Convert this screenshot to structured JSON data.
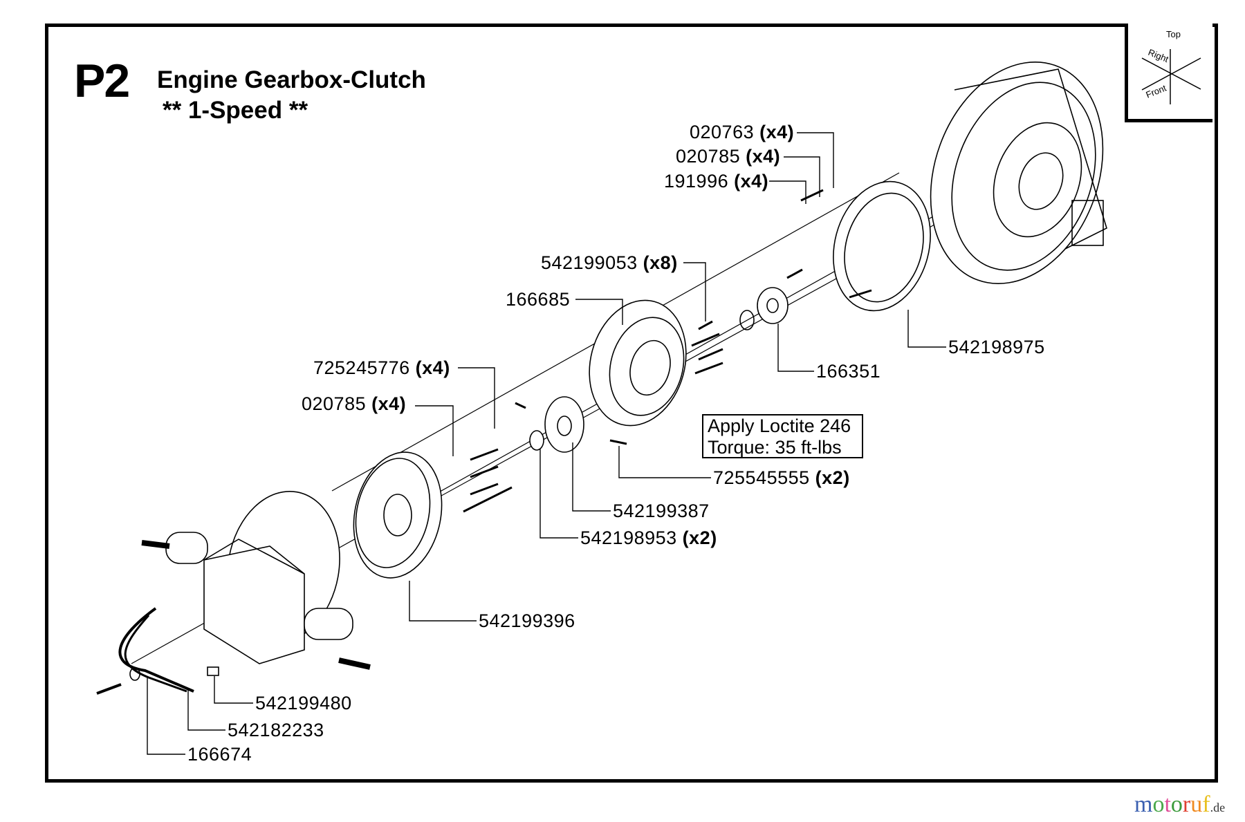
{
  "header": {
    "page_code": "P2",
    "title": "Engine Gearbox-Clutch",
    "subtitle": "** 1-Speed **"
  },
  "orientation": {
    "top": "Top",
    "right": "Right",
    "front": "Front"
  },
  "note": {
    "line1": "Apply Loctite 246",
    "line2": "Torque: 35 ft-lbs"
  },
  "parts": [
    {
      "number": "020763",
      "qty": "(x4)"
    },
    {
      "number": "020785",
      "qty": "(x4)"
    },
    {
      "number": "191996",
      "qty": "(x4)"
    },
    {
      "number": "542199053",
      "qty": "(x8)"
    },
    {
      "number": "166685",
      "qty": ""
    },
    {
      "number": "725245776",
      "qty": "(x4)"
    },
    {
      "number": "020785",
      "qty": "(x4)"
    },
    {
      "number": "725545555",
      "qty": "(x2)"
    },
    {
      "number": "542199387",
      "qty": ""
    },
    {
      "number": "542198953",
      "qty": "(x2)"
    },
    {
      "number": "542199396",
      "qty": ""
    },
    {
      "number": "542198975",
      "qty": ""
    },
    {
      "number": "166351",
      "qty": ""
    },
    {
      "number": "542199480",
      "qty": ""
    },
    {
      "number": "542182233",
      "qty": ""
    },
    {
      "number": "166674",
      "qty": ""
    }
  ],
  "watermark": {
    "brand": "motoruf",
    "tld": ".de",
    "colors": [
      "#3a5fb0",
      "#4aa84a",
      "#e0509a",
      "#3a9a3a",
      "#e04030",
      "#f08a20",
      "#e8c020"
    ]
  }
}
